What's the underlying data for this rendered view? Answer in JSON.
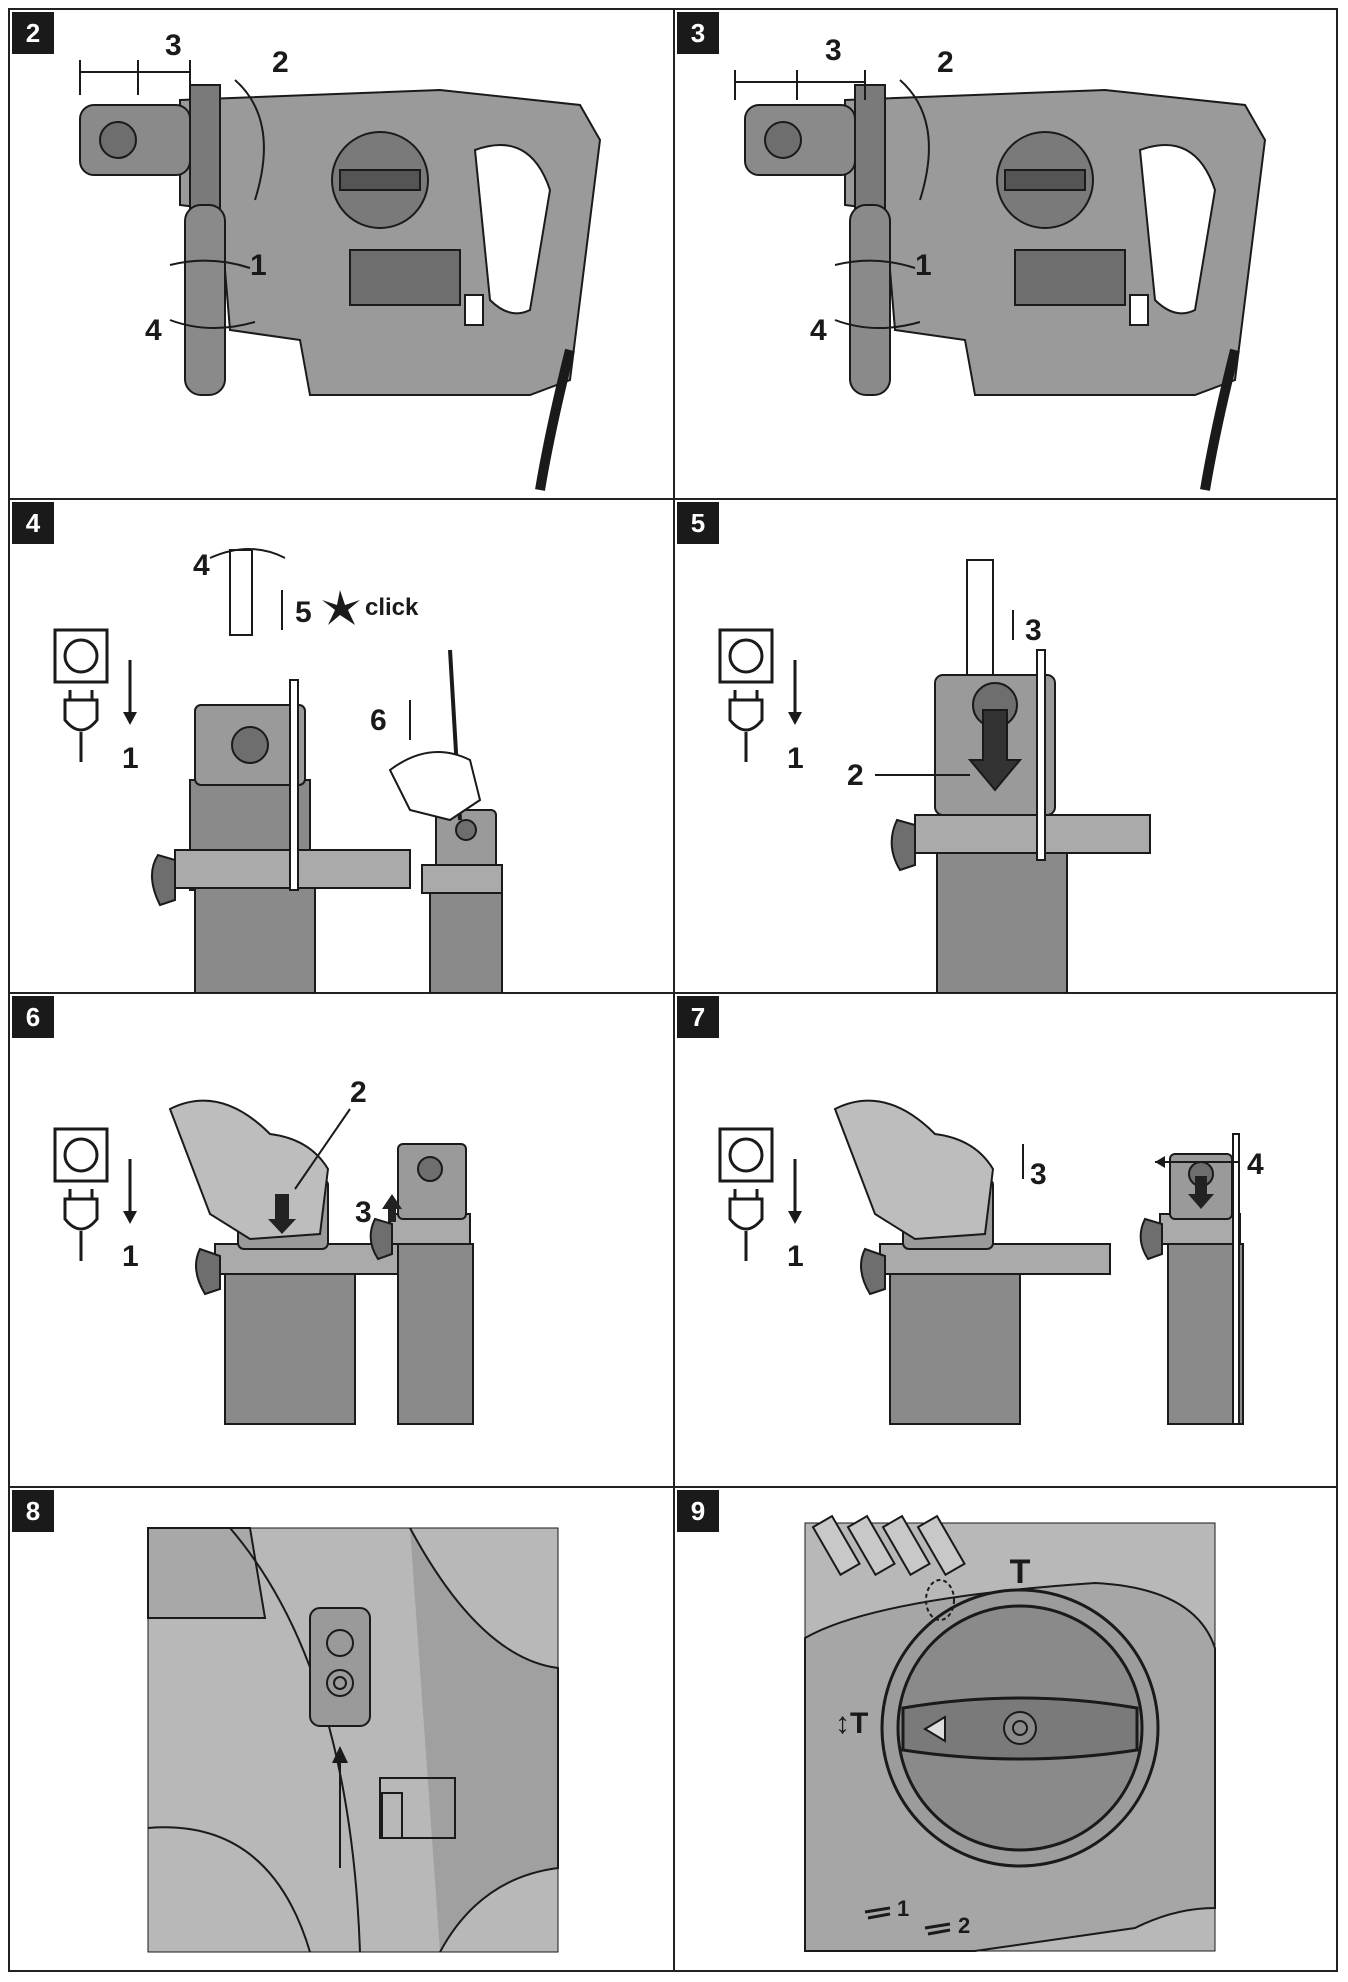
{
  "figures": [
    {
      "number": "2",
      "callouts": [
        "3",
        "2",
        "1",
        "4"
      ]
    },
    {
      "number": "3",
      "callouts": [
        "3",
        "2",
        "1",
        "4"
      ]
    },
    {
      "number": "4",
      "callouts": [
        "4",
        "5",
        "click",
        "6",
        "1"
      ]
    },
    {
      "number": "5",
      "callouts": [
        "3",
        "2",
        "1"
      ]
    },
    {
      "number": "6",
      "callouts": [
        "2",
        "3",
        "1"
      ]
    },
    {
      "number": "7",
      "callouts": [
        "3",
        "4",
        "1"
      ]
    },
    {
      "number": "8",
      "callouts": []
    },
    {
      "number": "9",
      "callouts": [
        "T",
        "↕T",
        "1",
        "2"
      ]
    }
  ],
  "colors": {
    "line": "#1a1a1a",
    "tool_body": "#9a9a9a",
    "tool_dark": "#6e6e6e",
    "photo_bg": "#b8b8b8"
  }
}
